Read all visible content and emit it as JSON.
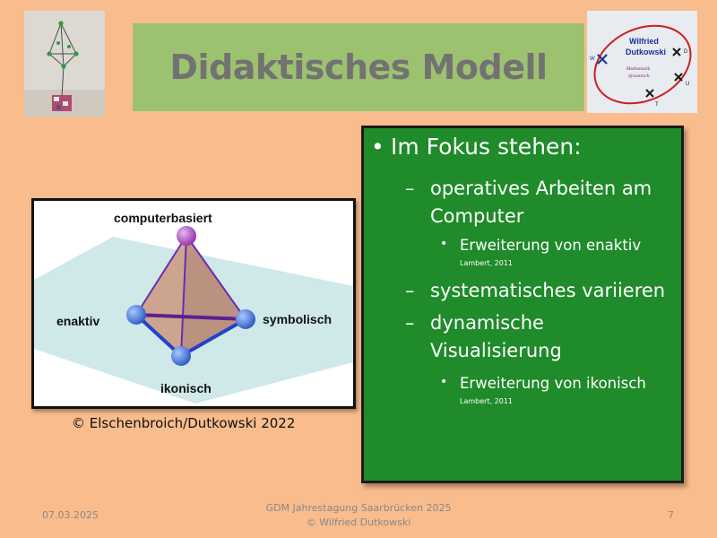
{
  "slide": {
    "title": "Didaktisches Modell",
    "logo": {
      "line1": "Wilfried",
      "line2": "Dutkowski",
      "sub1": "Mathematik",
      "sub2": "dynamisch",
      "markers": [
        "W",
        "D",
        "U",
        "T"
      ]
    },
    "content": {
      "heading": "Im Fokus stehen:",
      "items": [
        {
          "text": "operatives Arbeiten am Computer",
          "line1": "operatives Arbeiten am",
          "line2": "Computer",
          "sub": "Erweiterung von enaktiv",
          "cite": "Lambert, 2011"
        },
        {
          "text": "systematisches variieren"
        },
        {
          "text": "dynamische Visualisierung",
          "line1": "dynamische",
          "line2": "Visualisierung",
          "sub": "Erweiterung von ikonisch",
          "cite": "Lambert, 2011"
        }
      ]
    },
    "figure": {
      "labels": {
        "top": "computerbasiert",
        "left": "enaktiv",
        "right": "symbolisch",
        "bottom": "ikonisch"
      }
    },
    "copyright": "© Elschenbroich/Dutkowski 2022"
  },
  "footer": {
    "date": "07.03.2025",
    "center_line1": "GDM Jahrestagung Saarbrücken 2025",
    "center_line2": "© Wilfried Dutkowski",
    "page": "7"
  }
}
